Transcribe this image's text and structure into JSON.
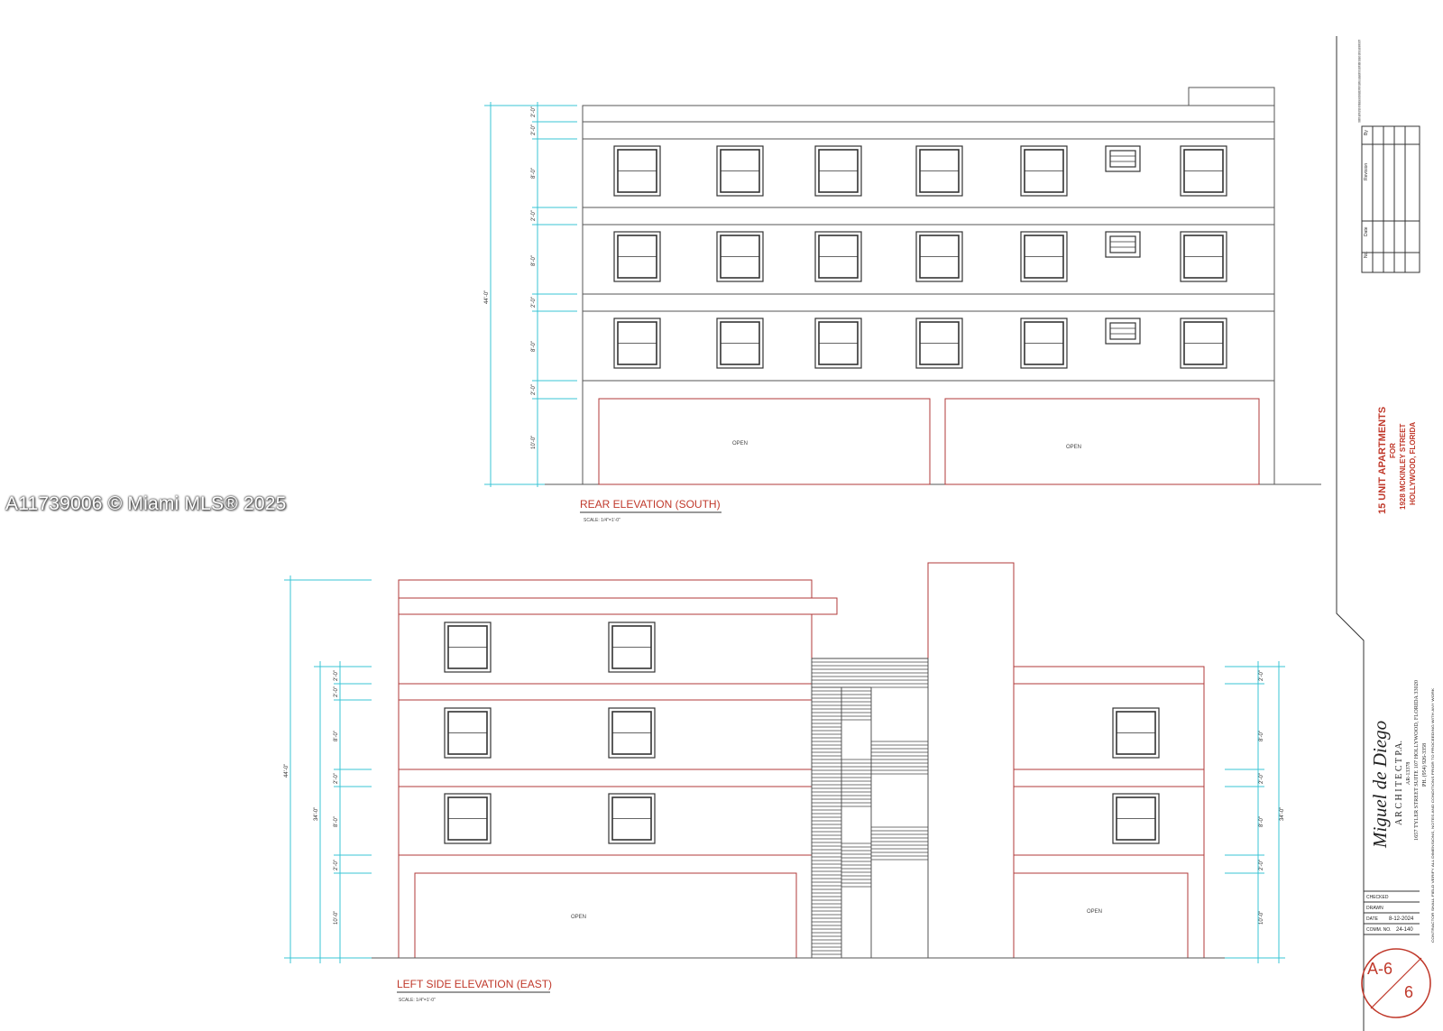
{
  "watermark": "A11739006 © Miami MLS® 2025",
  "colors": {
    "wall": "#b03a3a",
    "dim": "#39c4d6",
    "frame": "#333333",
    "title": "#c0392b"
  },
  "rear_elevation": {
    "title": "REAR ELEVATION (SOUTH)",
    "scale": "SCALE: 1/4\"=1'-0\"",
    "overall_dim": "44'-0\"",
    "dims": [
      "2'-0\"",
      "2'-0\"",
      "8'-0\"",
      "2'-0\"",
      "8'-0\"",
      "2'-0\"",
      "8'-0\"",
      "2'-0\"",
      "10'-0\""
    ],
    "openings": [
      "OPEN",
      "OPEN"
    ]
  },
  "side_elevation": {
    "title": "LEFT SIDE ELEVATION (EAST)",
    "scale": "SCALE: 1/4\"=1'-0\"",
    "overall_dim": "44'-0\"",
    "overall_dim_2": "34'-0\"",
    "overall_dim_right": "34'-0\"",
    "dims_left": [
      "2'-0\"",
      "2'-0\"",
      "8'-0\"",
      "2'-0\"",
      "8'-0\"",
      "2'-0\"",
      "10'-0\""
    ],
    "dims_right": [
      "2'-0\"",
      "8'-0\"",
      "2'-0\"",
      "8'-0\"",
      "2'-0\"",
      "10'-0\""
    ],
    "openings": [
      "OPEN",
      "OPEN"
    ]
  },
  "title_block": {
    "notes": "ALL DESIGN, DRAWINGS, REPORTS, FIELD NOTES, COMPUTER FILES, SCHEDULES AND SPECIFICATIONS ARE THE PROPERTY OF THE ARCHITECT AND SHALL NOT BE REPRODUCED WITHOUT WRITTEN PERMISSION. CONTRACTOR SHALL VERIFY ALL DIMENSIONS.",
    "revision_headers": [
      "No.",
      "Date",
      "Revision",
      "By"
    ],
    "project": "15 UNIT APARTMENTS",
    "project_for": "FOR",
    "project_address": "1928 MCKINLEY STREET",
    "project_city": "HOLLYWOOD, FLORIDA",
    "firm_name": "Miguel de Diego",
    "firm_sub": "A R C H I T E C T  P.A.",
    "firm_license": "AR-13378",
    "firm_address": "1657 TYLER STREET SUITE 107 HOLLYWOOD, FLORIDA 33020",
    "firm_phone": "PH. (954) 926-3358",
    "contractor_note": "CONTRACTOR SHALL FIELD VERIFY ALL DIMENSIONS, NOTES AND CONDITIONS PRIOR TO PROCEEDING WITH ANY WORK",
    "checked_label": "CHECKED",
    "drawn_label": "DRAWN",
    "date_label": "DATE",
    "date_value": "8-12-2024",
    "comm_label": "COMM. NO.",
    "comm_value": "24-140",
    "sheet_no": "A-6",
    "sheet_total": "6"
  }
}
